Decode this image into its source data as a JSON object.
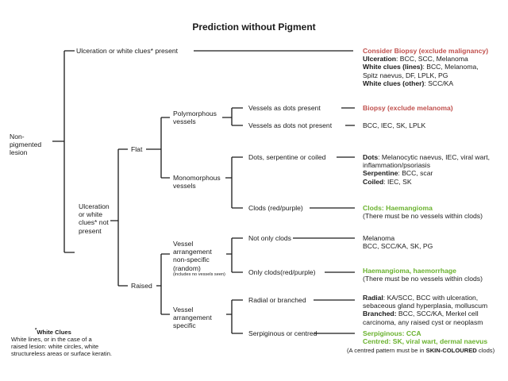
{
  "title": "Prediction without Pigment",
  "root": "Non-pigmented lesion",
  "ulceration_node": "Ulceration or white clues* present",
  "ulc_outcome": {
    "headline": "Consider Biopsy (exclude malignancy)",
    "l1_bold": "Ulceration",
    "l1_rest": ": BCC, SCC, Melanoma",
    "l2_bold": "White clues (lines)",
    "l2_rest": ": BCC, Melanoma,",
    "l3": "Spitz naevus, DF, LPLK, PG",
    "l4_bold": "White clues (other)",
    "l4_rest": ": SCC/KA"
  },
  "no_ulc_node": [
    "Ulceration",
    "or white",
    "clues* not",
    "present"
  ],
  "flat": "Flat",
  "raised": "Raised",
  "polymorphous": [
    "Polymorphous",
    "vessels"
  ],
  "monomorphous": [
    "Monomorphous",
    "vessels"
  ],
  "vessels_dots_present": "Vessels as dots present",
  "vessels_dots_present_outcome": "Biopsy (exclude melanoma)",
  "vessels_dots_not_present": "Vessels as  dots not present",
  "vessels_dots_not_present_outcome": "BCC, IEC, SK, LPLK",
  "dots_serp": "Dots, serpentine or coiled",
  "dots_outcome": {
    "l1_bold": "Dots",
    "l1_rest": ": Melanocytic naevus, IEC, viral wart,",
    "l2": "inflammation/psoriasis",
    "l3_bold": "Serpentine",
    "l3_rest": ": BCC, scar",
    "l4_bold": "Coiled",
    "l4_rest": ": IEC, SK"
  },
  "clods": "Clods (red/purple)",
  "clods_outcome": {
    "headline": "Clods: Haemangioma",
    "note": "(There must be no vessels within clods)"
  },
  "nonspecific": [
    "Vessel",
    "arrangement",
    "non-specific",
    "(random)"
  ],
  "nonspecific_note": "(includes no vessels seen)",
  "not_only_clods": "Not only clods",
  "not_only_clods_outcome": [
    "Melanoma",
    "BCC, SCC/KA, SK, PG"
  ],
  "only_clods": "Only clods(red/purple)",
  "only_clods_outcome": {
    "headline": "Haemangioma, haemorrhage",
    "note": "(There must be no vessels within clods)"
  },
  "specific": [
    "Vessel",
    "arrangement",
    "specific"
  ],
  "radial": "Radial or branched",
  "radial_outcome": {
    "l1_bold": "Radial",
    "l1_rest": ": KA/SCC, BCC with ulceration,",
    "l2": "sebaceous gland hyperplasia, molluscum",
    "l3_bold": "Branched:",
    "l3_rest": " BCC, SCC/KA, Merkel cell",
    "l4": "carcinoma, any raised cyst or neoplasm"
  },
  "serpiginous": "Serpiginous or centred",
  "serp_outcome": {
    "l1": "Serpiginous: CCA",
    "l2": "Centred: SK, viral wart, dermal naevus",
    "note_pre": "(A centred pattern must be in ",
    "note_bold": "SKIN-COLOURED",
    "note_post": " clods)"
  },
  "footnote": {
    "heading_star": "*",
    "heading": "White Clues",
    "lines": [
      "White lines, or in the case of a",
      "raised lesion: white circles, white",
      "structureless areas or surface keratin."
    ]
  },
  "colors": {
    "red": "#c0504d",
    "green": "#6ab22e",
    "line": "#1a1a1a"
  }
}
